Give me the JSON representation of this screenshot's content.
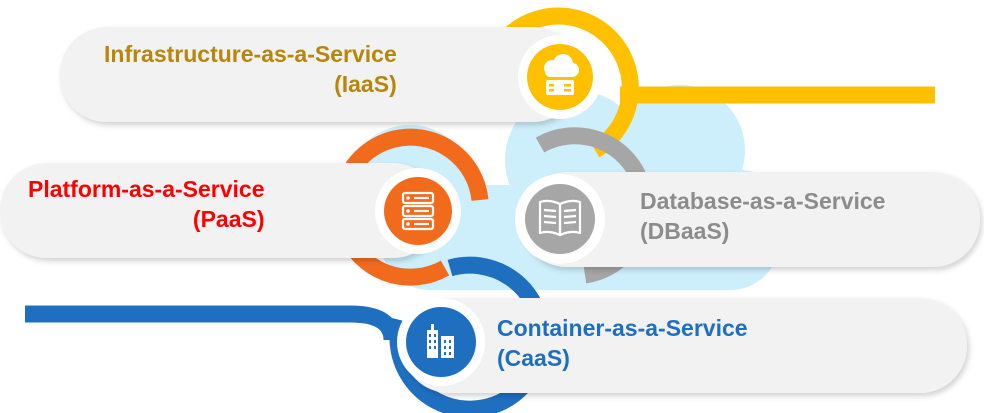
{
  "colors": {
    "iaas": "#ffc000",
    "iaas_text": "#b8860b",
    "paas": "#f26b1d",
    "paas_text": "#ff0000",
    "dbaas": "#a6a6a6",
    "dbaas_text": "#8c8c8c",
    "caas": "#1f6fc0",
    "caas_text": "#1f6fc0",
    "cloud": "#cdeefb",
    "pill": "#f2f2f2"
  },
  "services": [
    {
      "id": "iaas",
      "name": "Infrastructure-as-a-Service",
      "abbr": "(IaaS)",
      "icon": "cloud-server-icon"
    },
    {
      "id": "paas",
      "name": "Platform-as-a-Service",
      "abbr": "(PaaS)",
      "icon": "server-list-icon"
    },
    {
      "id": "dbaas",
      "name": "Database-as-a-Service",
      "abbr": "(DBaaS)",
      "icon": "open-book-icon"
    },
    {
      "id": "caas",
      "name": "Container-as-a-Service",
      "abbr": "(CaaS)",
      "icon": "buildings-icon"
    }
  ]
}
